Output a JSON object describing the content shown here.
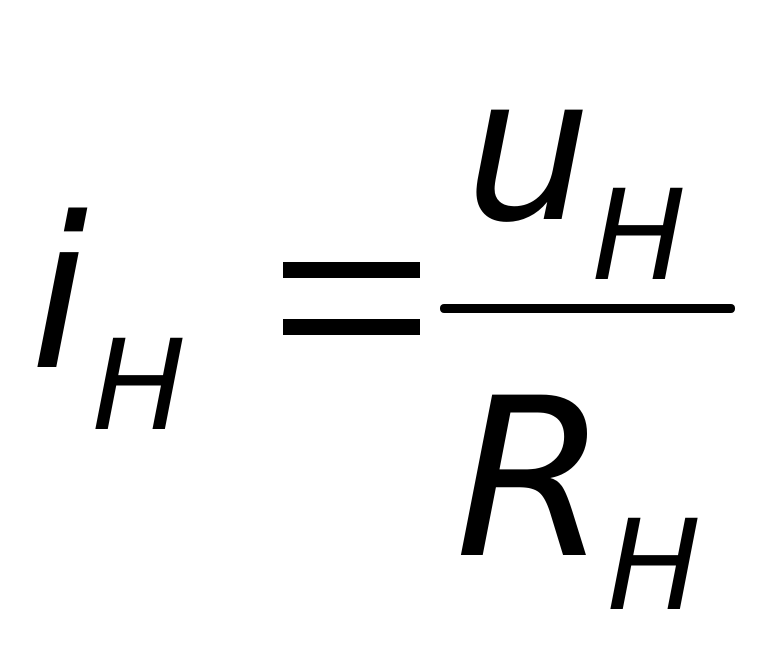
{
  "formula": {
    "lhs": {
      "symbol": "i",
      "subscript": "H"
    },
    "equals": "=",
    "numerator": {
      "symbol": "u",
      "subscript": "H"
    },
    "denominator": {
      "symbol": "R",
      "subscript": "H"
    }
  }
}
